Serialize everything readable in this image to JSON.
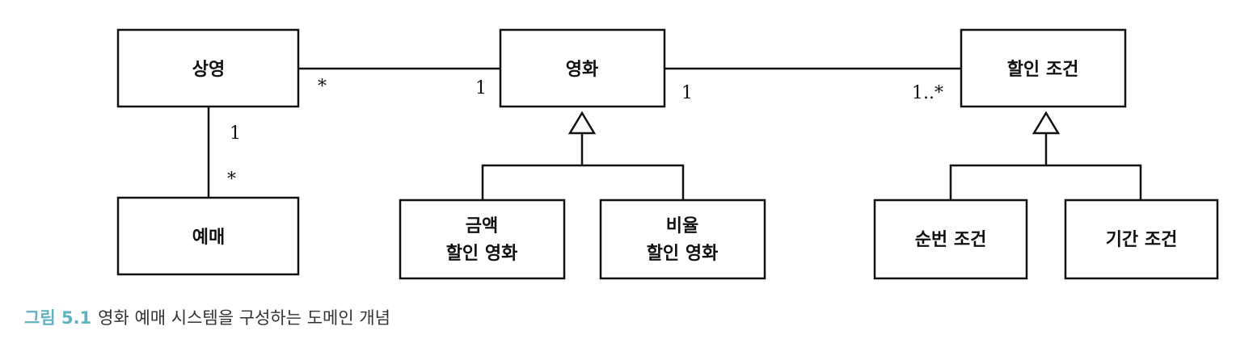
{
  "nodes": {
    "screening": "상영",
    "movie": "영화",
    "discount_condition": "할인 조건",
    "reservation": "예매",
    "amount_discount_movie": [
      "금액",
      "할인 영화"
    ],
    "percent_discount_movie": [
      "비율",
      "할인 영화"
    ],
    "sequence_condition": "순번 조건",
    "period_condition": "기간 조건"
  },
  "multiplicities": {
    "screening_movie_screening_end": "*",
    "screening_movie_movie_end": "1",
    "movie_condition_movie_end": "1",
    "movie_condition_condition_end": "1..*",
    "screening_reservation_screening_end": "1",
    "screening_reservation_reservation_end": "*"
  },
  "caption": {
    "figure": "그림 5.1",
    "text": "영화 예매 시스템을 구성하는 도메인 개념"
  },
  "colors": {
    "caption_accent": "#5fb3bf",
    "line": "#111111"
  }
}
